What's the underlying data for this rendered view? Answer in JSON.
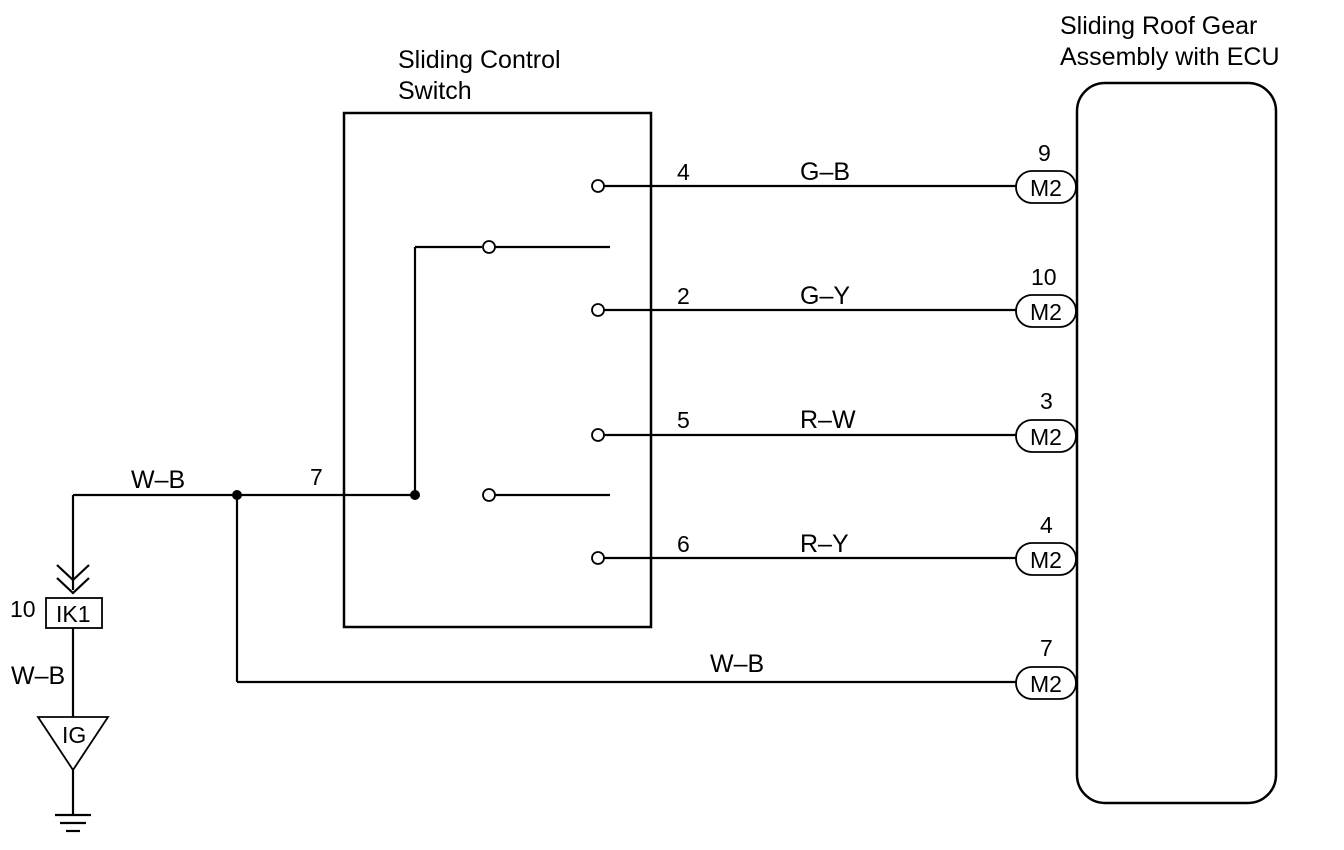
{
  "switch": {
    "title_line1": "Sliding Control",
    "title_line2": "Switch"
  },
  "ecu": {
    "title_line1": "Sliding Roof Gear",
    "title_line2": "Assembly with ECU"
  },
  "wires": [
    {
      "switch_pin": "4",
      "color": "G–B",
      "ecu_pin": "9",
      "connector": "M2"
    },
    {
      "switch_pin": "2",
      "color": "G–Y",
      "ecu_pin": "10",
      "connector": "M2"
    },
    {
      "switch_pin": "5",
      "color": "R–W",
      "ecu_pin": "3",
      "connector": "M2"
    },
    {
      "switch_pin": "6",
      "color": "R–Y",
      "ecu_pin": "4",
      "connector": "M2"
    }
  ],
  "ground_feed": {
    "switch_pin": "7",
    "color": "W–B",
    "ecu_pin": "7",
    "connector": "M2",
    "bottom_wire_color": "W–B"
  },
  "junction": {
    "pin": "10",
    "connector": "IK1",
    "wire_color": "W–B",
    "ground_point": "IG"
  }
}
